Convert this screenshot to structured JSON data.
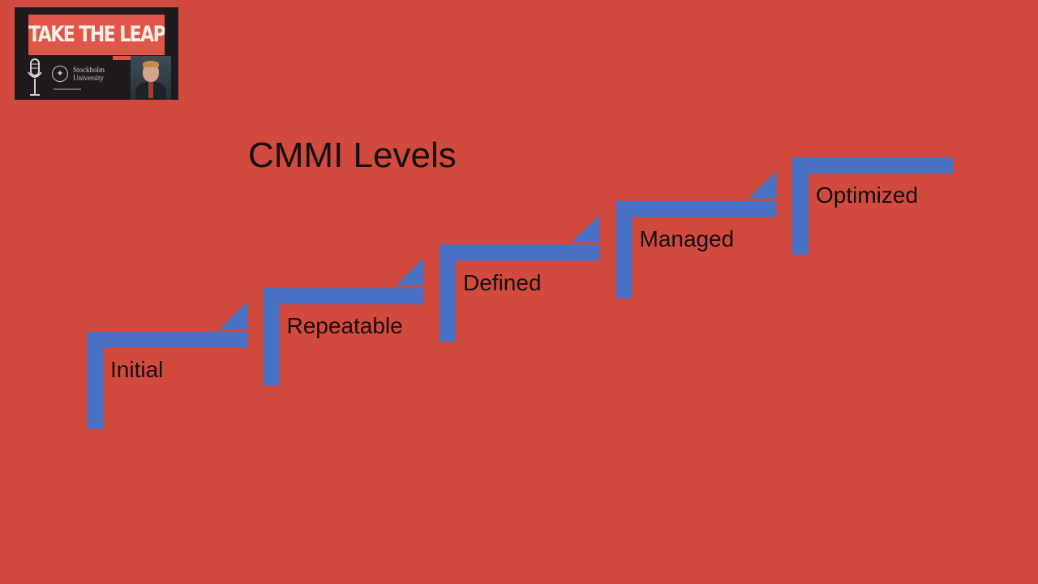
{
  "logo": {
    "banner_text": "TAKE THE LEAP",
    "university_text": "Stockholm\nUniversity"
  },
  "title": "CMMI Levels",
  "steps": [
    {
      "label": "Initial"
    },
    {
      "label": "Repeatable"
    },
    {
      "label": "Defined"
    },
    {
      "label": "Managed"
    },
    {
      "label": "Optimized"
    }
  ],
  "colors": {
    "background": "#d24a3d",
    "step": "#4a72c4",
    "text": "#141010"
  }
}
